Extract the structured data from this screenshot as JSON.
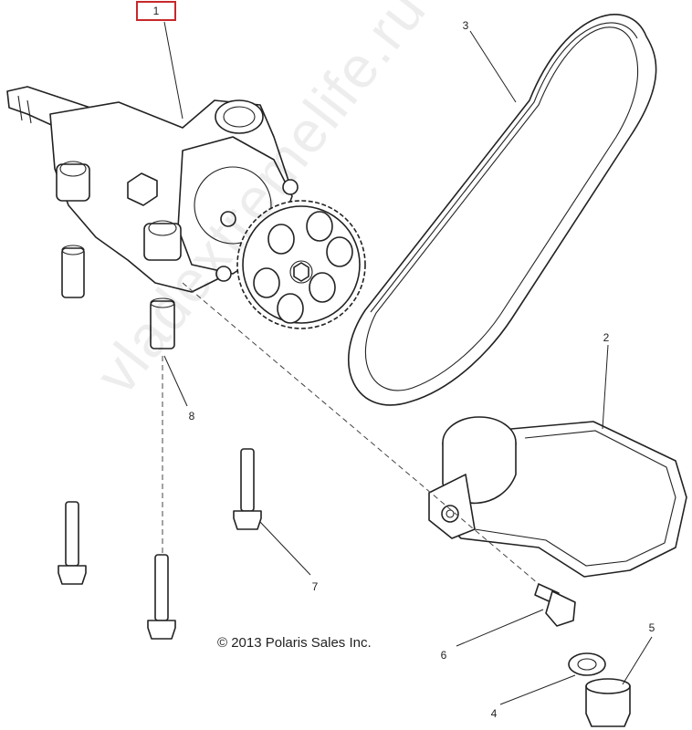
{
  "copyright": "© 2013 Polaris Sales Inc.",
  "watermark": "vladextremelife.ru",
  "highlight_color": "#c8282a",
  "callouts": {
    "c1": "1",
    "c2": "2",
    "c3": "3",
    "c4": "4",
    "c5": "5",
    "c6": "6",
    "c7": "7",
    "c8": "8"
  }
}
